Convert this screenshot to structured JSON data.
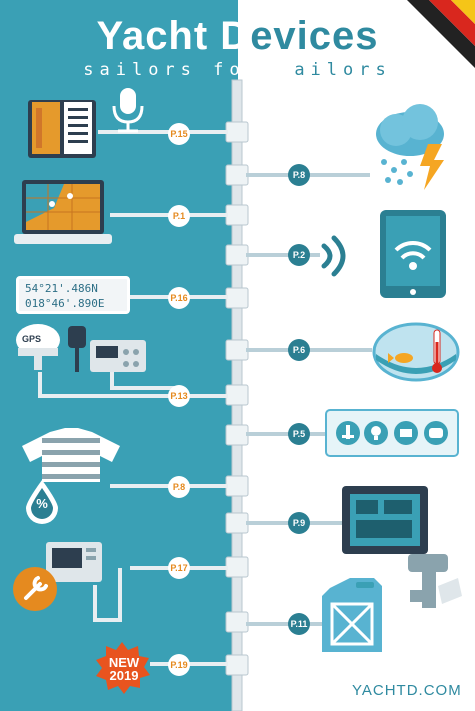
{
  "header": {
    "title_part1": "Yacht D",
    "title_part2": "evices",
    "subtitle_part1": "sailors for s",
    "subtitle_part2": "ailors"
  },
  "left_items": [
    {
      "name": "book-microphone",
      "page_label": "P.15"
    },
    {
      "name": "laptop-chart",
      "page_label": "P.1"
    },
    {
      "name": "gps-display",
      "page_label": "P.16",
      "line1": "54°21'.486N",
      "line2": "018°46'.890E"
    },
    {
      "name": "gps-radio",
      "page_label": "P.13",
      "gps_label": "GPS"
    },
    {
      "name": "shirt-humidity",
      "page_label": "P.8",
      "percent_symbol": "%"
    },
    {
      "name": "monitor-wrench",
      "page_label": "P.17"
    },
    {
      "name": "new-badge",
      "page_label": "P.19",
      "new_line1": "NEW",
      "new_line2": "2019"
    }
  ],
  "right_items": [
    {
      "name": "weather-cloud",
      "page_label": "P.8"
    },
    {
      "name": "tablet-wifi",
      "page_label": "P.2"
    },
    {
      "name": "fishbowl-thermometer",
      "page_label": "P.6"
    },
    {
      "name": "control-buttons",
      "page_label": "P.5"
    },
    {
      "name": "engine",
      "page_label": "P.9"
    },
    {
      "name": "jerrycan",
      "page_label": "P.11"
    }
  ],
  "footer": {
    "site": "YACHTD.COM"
  },
  "colors": {
    "left_bg": "#3aa0b5",
    "accent": "#e58a1f",
    "dark_teal": "#2b7f92"
  }
}
